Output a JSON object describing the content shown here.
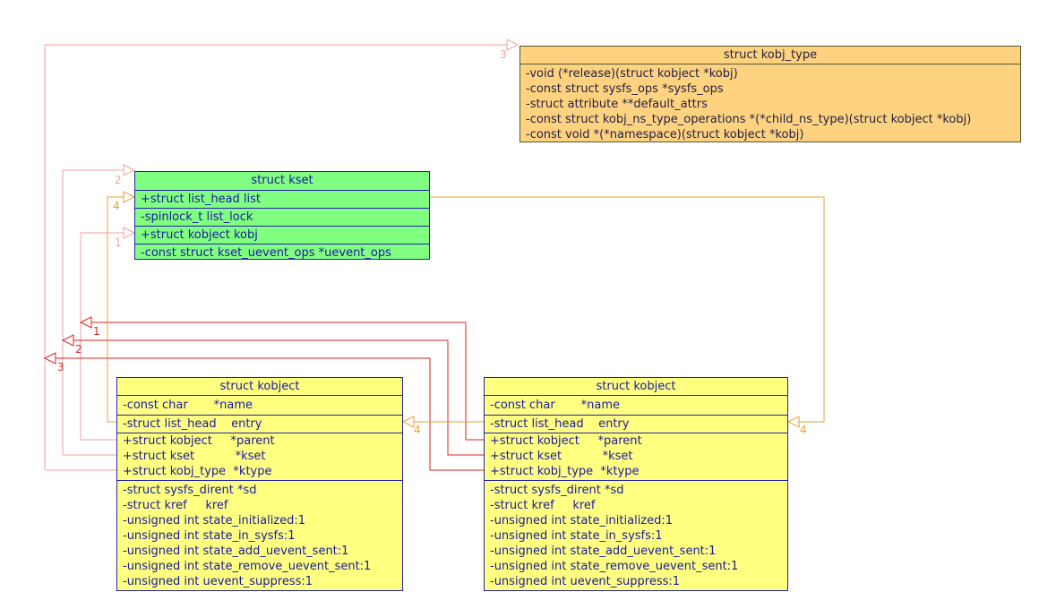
{
  "kobj_type": {
    "title": "struct kobj_type",
    "fields": [
      "-void (*release)(struct kobject *kobj)",
      "-const struct sysfs_ops *sysfs_ops",
      "-struct attribute **default_attrs",
      "-const struct kobj_ns_type_operations *(*child_ns_type)(struct kobject *kobj)",
      "-const void *(*namespace)(struct kobject *kobj)"
    ]
  },
  "kset": {
    "title": "struct kset",
    "fields": [
      "+struct list_head list",
      "-spinlock_t list_lock",
      "+struct kobject kobj",
      "-const struct kset_uevent_ops *uevent_ops"
    ]
  },
  "kobject": {
    "title": "struct kobject",
    "group1": [
      "-const char       *name"
    ],
    "group2": [
      "-struct list_head    entry"
    ],
    "group3": [
      "+struct kobject     *parent",
      "+struct kset           *kset",
      "+struct kobj_type  *ktype"
    ],
    "group4": [
      "-struct sysfs_dirent *sd",
      "-struct kref     kref",
      "-unsigned int state_initialized:1",
      "-unsigned int state_in_sysfs:1",
      "-unsigned int state_add_uevent_sent:1",
      "-unsigned int state_remove_uevent_sent:1",
      "-unsigned int uevent_suppress:1"
    ]
  },
  "link_labels": {
    "one": "1",
    "two": "2",
    "three": "3",
    "four": "4"
  },
  "colors": {
    "kobj_type_fill": "#ffd280",
    "kset_fill": "#80ff80",
    "kobject_fill": "#ffff80",
    "red_link": "#dd2222",
    "pink_link": "#f0a0a0",
    "orange_link": "#e8a030",
    "box_border": "#2222aa"
  }
}
